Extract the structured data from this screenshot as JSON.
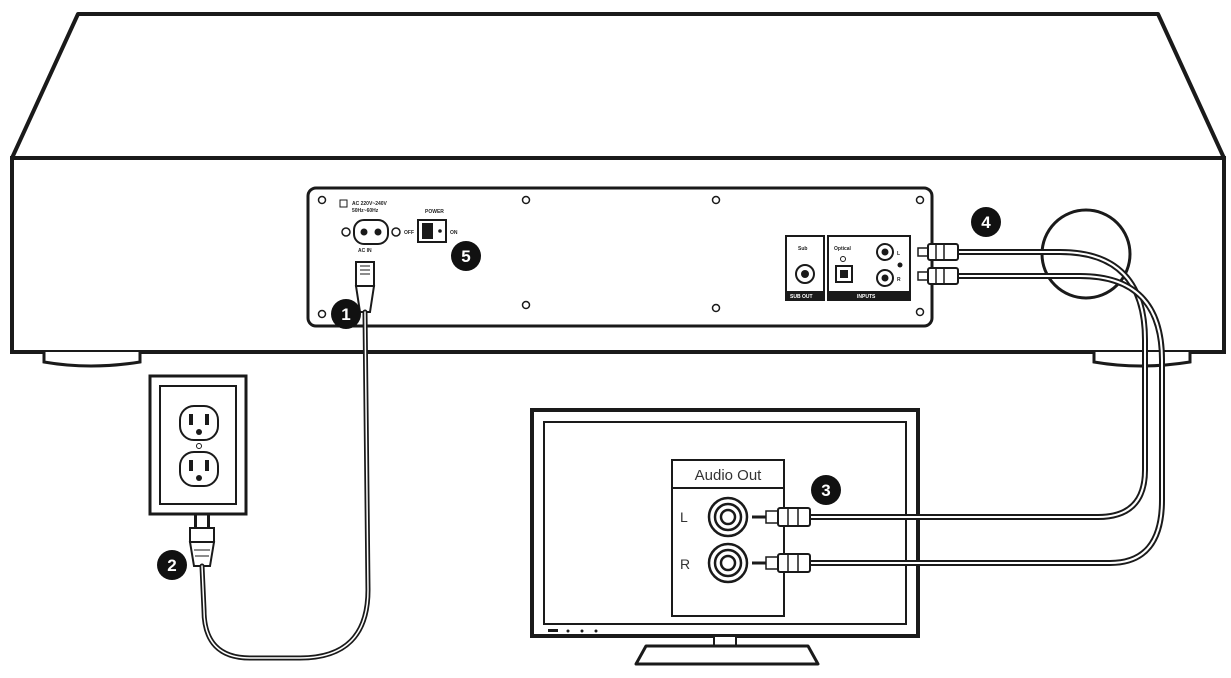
{
  "diagram": {
    "callouts": [
      "1",
      "2",
      "3",
      "4",
      "5"
    ],
    "tv_panel": {
      "title": "Audio Out",
      "jack_left_label": "L",
      "jack_right_label": "R"
    },
    "speaker_panel": {
      "ac_rating_line1": "AC 220V~240V",
      "ac_rating_line2": "50Hz~60Hz",
      "ac_inlet_label": "AC IN",
      "power_label": "POWER",
      "power_off_label": "OFF",
      "power_on_label": "ON",
      "sub_label": "Sub",
      "sub_bottom_label": "SUB OUT",
      "optical_label": "Optical",
      "inputs_label": "INPUTS",
      "rca_left_label": "L",
      "rca_right_label": "R"
    }
  }
}
